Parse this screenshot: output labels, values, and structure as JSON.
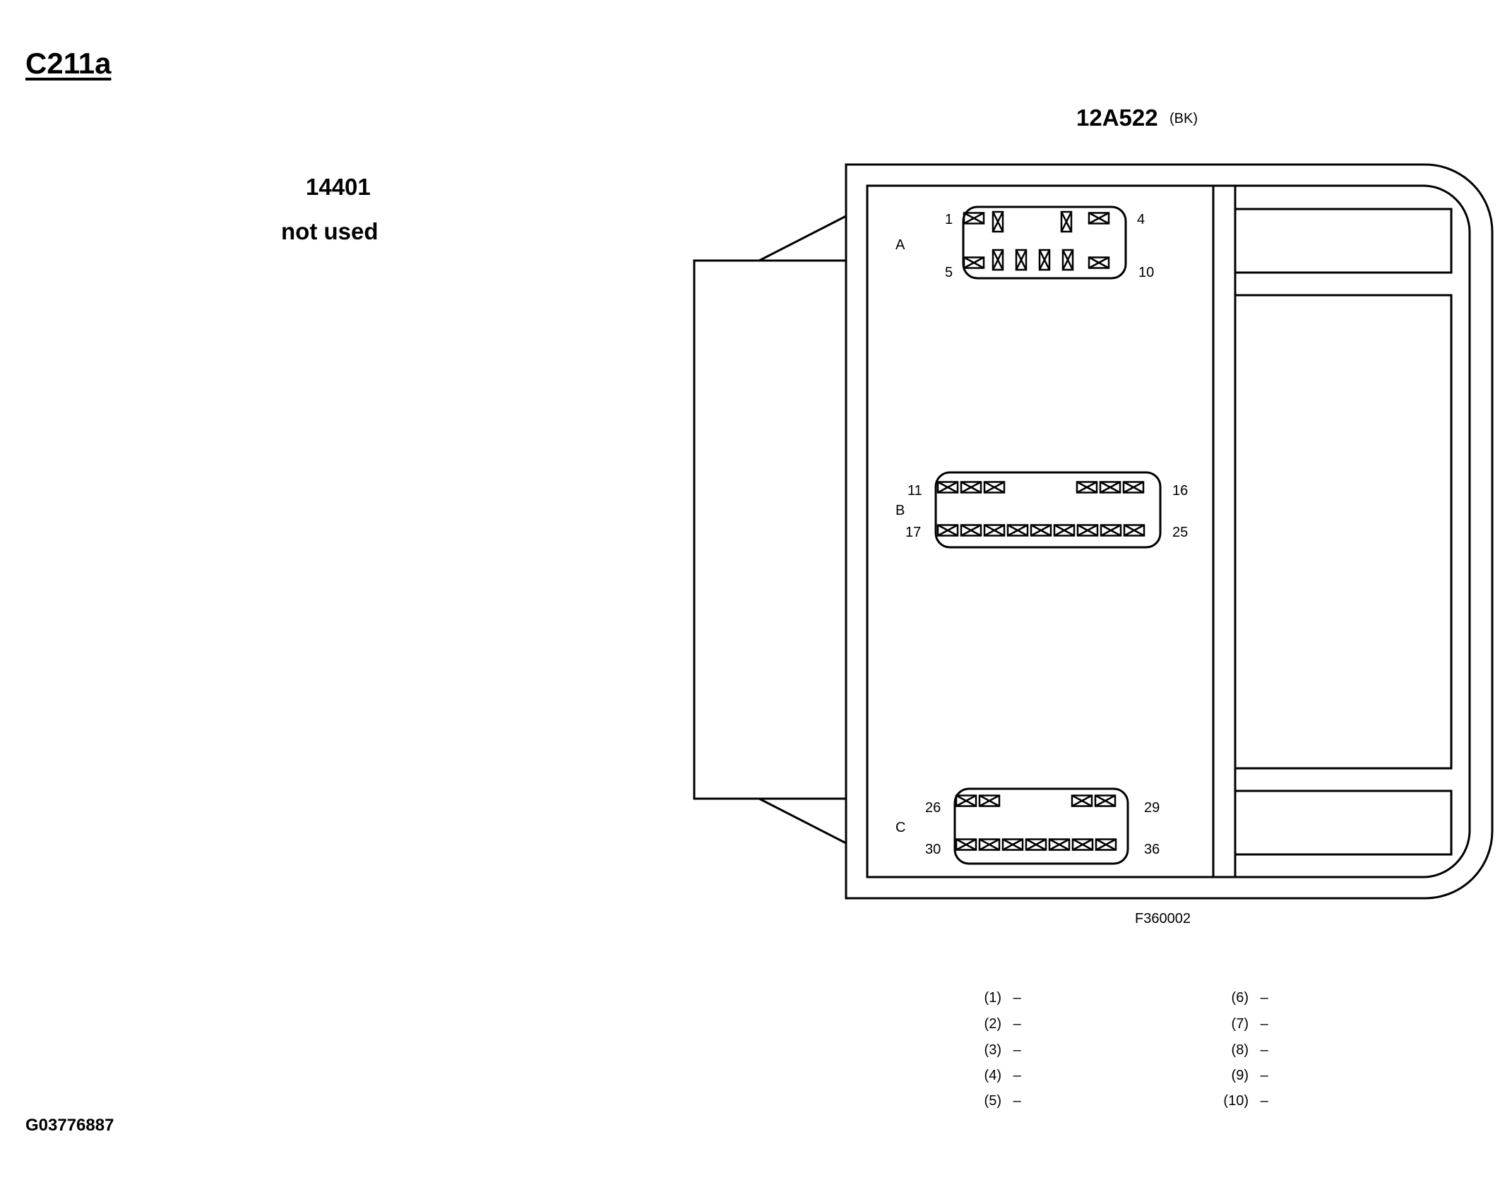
{
  "header": {
    "title": "C211a",
    "doc_id": "G03776887"
  },
  "part": {
    "number": "14401",
    "status": "not used"
  },
  "connector": {
    "code": "12A522",
    "color": "(BK)",
    "figure_id": "F360002",
    "sections": [
      {
        "label": "A",
        "top_left": "1",
        "top_right": "4",
        "bottom_left": "5",
        "bottom_right": "10"
      },
      {
        "label": "B",
        "top_left": "11",
        "top_right": "16",
        "bottom_left": "17",
        "bottom_right": "25"
      },
      {
        "label": "C",
        "top_left": "26",
        "top_right": "29",
        "bottom_left": "30",
        "bottom_right": "36"
      }
    ]
  },
  "legend": {
    "left": [
      {
        "num": "(1)",
        "val": "–"
      },
      {
        "num": "(2)",
        "val": "–"
      },
      {
        "num": "(3)",
        "val": "–"
      },
      {
        "num": "(4)",
        "val": "–"
      },
      {
        "num": "(5)",
        "val": "–"
      }
    ],
    "right": [
      {
        "num": "(6)",
        "val": "–"
      },
      {
        "num": "(7)",
        "val": "–"
      },
      {
        "num": "(8)",
        "val": "–"
      },
      {
        "num": "(9)",
        "val": "–"
      },
      {
        "num": "(10)",
        "val": "–"
      }
    ]
  }
}
